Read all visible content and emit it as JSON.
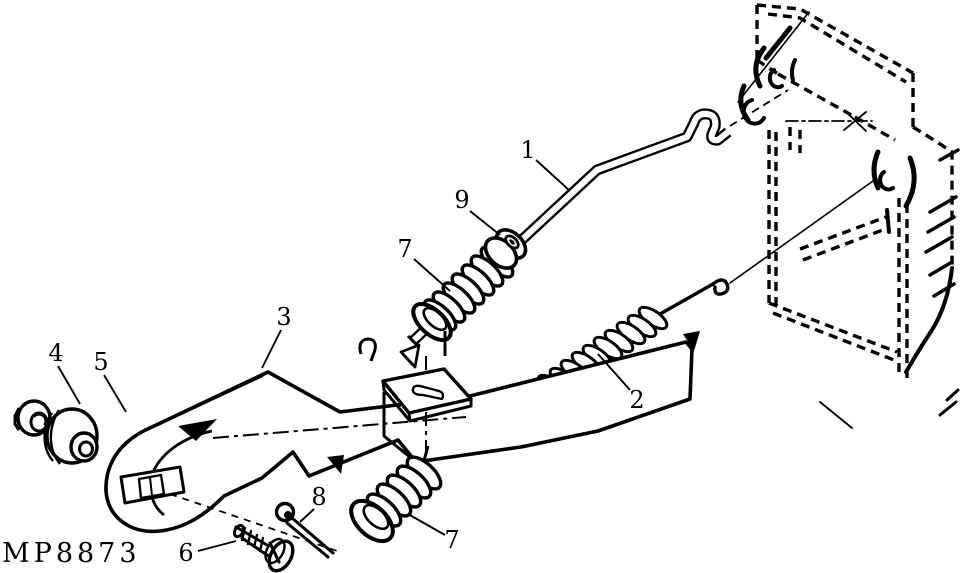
{
  "figure": {
    "code_label": "MP8873",
    "background_color": "#ffffff",
    "line_color": "#000000"
  },
  "callouts": [
    {
      "label": "1"
    },
    {
      "label": "9"
    },
    {
      "label": "7"
    },
    {
      "label": "3"
    },
    {
      "label": "4"
    },
    {
      "label": "5"
    },
    {
      "label": "2"
    },
    {
      "label": "8"
    },
    {
      "label": "6"
    },
    {
      "label": "7"
    }
  ]
}
